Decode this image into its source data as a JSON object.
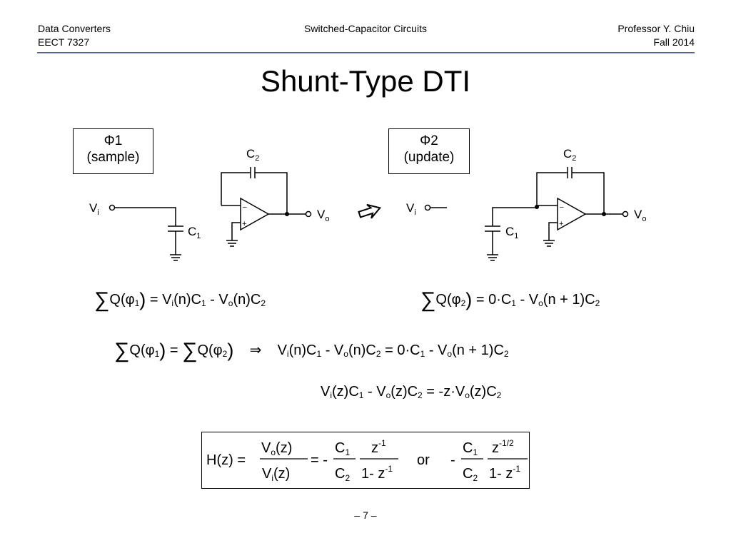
{
  "header": {
    "course": "Data Converters",
    "code": "EECT 7327",
    "topic": "Switched-Capacitor Circuits",
    "instructor": "Professor Y. Chiu",
    "term": "Fall 2014"
  },
  "title": "Shunt-Type DTI",
  "phase1": {
    "label": "Φ1",
    "desc": "(sample)"
  },
  "phase2": {
    "label": "Φ2",
    "desc": "(update)"
  },
  "circuit": {
    "vi": "V",
    "vi_sub": "i",
    "vo": "V",
    "vo_sub": "o",
    "c1": "C",
    "c1_sub": "1",
    "c2": "C",
    "c2_sub": "2",
    "minus": "–",
    "plus": "+"
  },
  "arrow_symbol": "⇨",
  "equations": {
    "sum1": {
      "lhs": "Q(φ",
      "lhs_sub": "1",
      "rhs": "= V",
      "rhs_sub_i": "i",
      "rhs_mid1": "(n)C",
      "rhs_c1_sub": "1",
      "rhs_mid2": " - V",
      "rhs_vo_sub": "o",
      "rhs_mid3": "(n)C",
      "rhs_c2_sub": "2"
    },
    "sum2": {
      "lhs": "Q(φ",
      "lhs_sub": "2",
      "rhs": "= 0·C",
      "rhs_c1_sub": "1",
      "rhs_mid2": " - V",
      "rhs_vo_sub": "o",
      "rhs_mid3": "(n + 1)C",
      "rhs_c2_sub": "2"
    },
    "balance_implies": "⇒",
    "zdomain_note": "V(z)C - V(z)C = -z·V(z)C"
  },
  "transfer": {
    "H": "H(z) =",
    "num": "V",
    "num_sub": "o",
    "num_arg": "(z)",
    "den": "V",
    "den_sub": "i",
    "den_arg": "(z)",
    "eq": "= -",
    "c1": "C",
    "c1_sub": "1",
    "c2": "C",
    "c2_sub": "2",
    "z": "z",
    "z_exp": "-1",
    "den2": "1- z",
    "den2_exp": "-1",
    "or": "or",
    "neg": "-",
    "z_half_exp": "-1/2"
  },
  "footer": {
    "page": "– 7 –"
  }
}
